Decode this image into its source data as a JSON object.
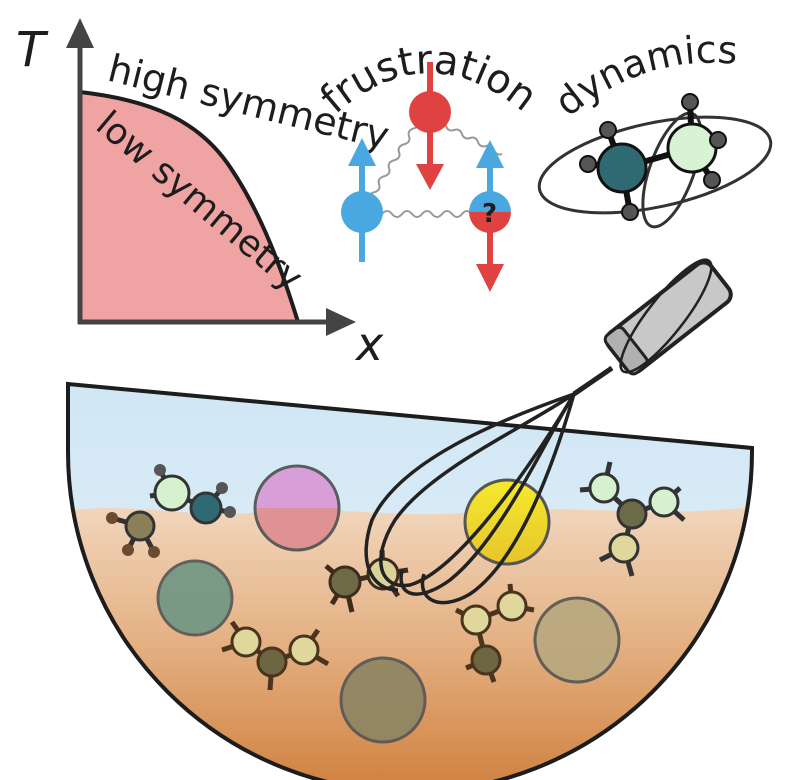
{
  "phase_diagram": {
    "y_axis_label": "T",
    "x_axis_label": "x",
    "region_high": "high symmetry",
    "region_low": "low symmetry",
    "low_region_color": "#f0a3a3"
  },
  "frustration": {
    "label": "frustration",
    "spin_up_color": "#4aa8e0",
    "spin_down_color": "#e04141",
    "question": "?"
  },
  "dynamics": {
    "label": "dynamics"
  },
  "bowl": {
    "water_color": "#dcecf6",
    "mixture_color": "#d49a63"
  }
}
